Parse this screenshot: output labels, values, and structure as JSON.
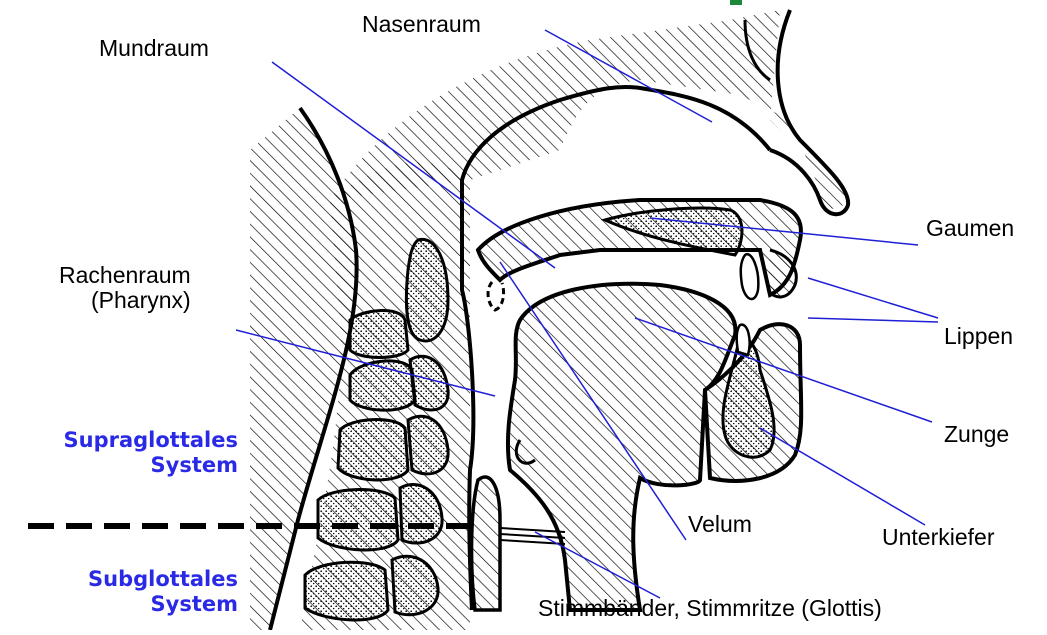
{
  "labels": {
    "nasenraum": "Nasenraum",
    "mundraum": "Mundraum",
    "gaumen": "Gaumen",
    "rachenraum_1": "Rachenraum",
    "rachenraum_2": "(Pharynx)",
    "lippen": "Lippen",
    "zunge": "Zunge",
    "velum": "Velum",
    "unterkiefer": "Unterkiefer",
    "stimmbaender": "Stimmbänder, Stimmritze (Glottis)"
  },
  "systems": {
    "supra_1": "Supraglottales",
    "supra_2": "System",
    "sub_1": "Subglottales",
    "sub_2": "System"
  },
  "colors": {
    "leader": "#1f1fd6",
    "system_text": "#2a2ae6",
    "outline": "#000000",
    "header_text": "#1a8a3a"
  }
}
